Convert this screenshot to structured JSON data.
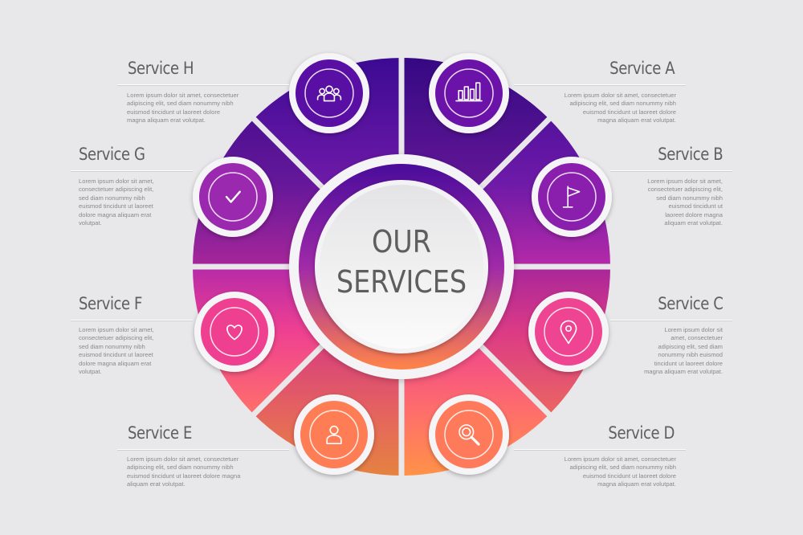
{
  "center": {
    "line1": "OUR",
    "line2": "SERVICES"
  },
  "colors": {
    "background": "#e8e8ea",
    "purple_dark": "#4a0aa0",
    "purple_mid": "#7a1fb0",
    "magenta": "#d2309e",
    "pink": "#f2458a",
    "orange": "#ff8a4a"
  },
  "services": [
    {
      "title": "Service A",
      "icon": "bar-chart-icon",
      "desc": "Lorem ipsum dolor sit amet, consectetuer\nadipiscing elit, sed diam nonummy nibh\neuismod tincidunt ut laoreet dolore\nmagna aliquam erat volutpat."
    },
    {
      "title": "Service B",
      "icon": "flag-icon",
      "desc": "Lorem ipsum dolor sit amet,\nconsectetuer adipiscing elit,\nsed diam nonummy nibh\neuismod tincidunt ut\nlaoreet dolore magna\naliquam erat volutpat."
    },
    {
      "title": "Service C",
      "icon": "location-pin-icon",
      "desc": "Lorem ipsum dolor sit\namet, consectetuer\nadipiscing elit, sed diam\nnonummy nibh euismod\ntincidunt ut laoreet dolore\nmagna aliquam erat volutpat."
    },
    {
      "title": "Service D",
      "icon": "magnifier-icon",
      "desc": "Lorem ipsum dolor sit amet, consectetuer\nadipiscing elit, sed diam nonummy nibh\neuismod tincidunt ut laoreet dolore\nmagna aliquam erat volutpat."
    },
    {
      "title": "Service E",
      "icon": "user-icon",
      "desc": "Lorem ipsum dolor sit amet, consectetuer\nadipiscing elit, sed diam nonummy nibh\neuismod tincidunt ut laoreet dolore magna\naliquam erat volutpat."
    },
    {
      "title": "Service F",
      "icon": "heart-icon",
      "desc": "Lorem ipsum dolor sit amet,\nconsectetuer adipiscing elit,\nsed diam nonummy nibh\neuismod tincidunt ut laoreet\ndolore magna aliquam erat\nvolutpat."
    },
    {
      "title": "Service G",
      "icon": "checkmark-icon",
      "desc": "Lorem ipsum dolor sit amet,\nconsectetuer adipiscing elit,\nsed diam nonummy nibh\neuismod tincidunt ut laoreet\ndolore magna aliquam erat\nvolutpat."
    },
    {
      "title": "Service H",
      "icon": "team-icon",
      "desc": "Lorem ipsum dolor sit amet, consectetuer\nadipiscing elit, sed diam nonummy nibh\neuismod tincidunt ut laoreet dolore\nmagna aliquam erat volutpat."
    }
  ]
}
